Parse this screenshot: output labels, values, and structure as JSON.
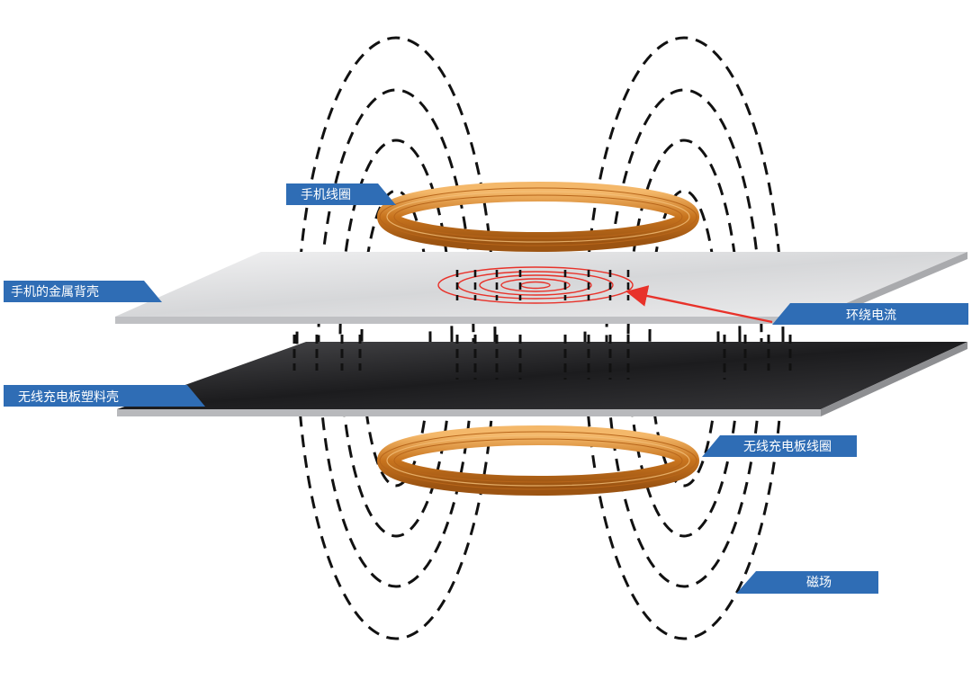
{
  "labels": {
    "phone_coil": "手机线圈",
    "phone_metal_back": "手机的金属背壳",
    "eddy_current": "环绕电流",
    "charger_plastic_shell": "无线充电板塑料壳",
    "charger_coil": "无线充电板线圈",
    "magnetic_field": "磁场"
  },
  "colors": {
    "label_fill": "#2f6db5",
    "coil": "#c8741e",
    "coil_highlight": "#f2b15a",
    "current_arrow": "#e8322a",
    "field_line": "#111111",
    "metal_plate": "#d9dadc",
    "plastic_plate": "#2a2a2c"
  }
}
